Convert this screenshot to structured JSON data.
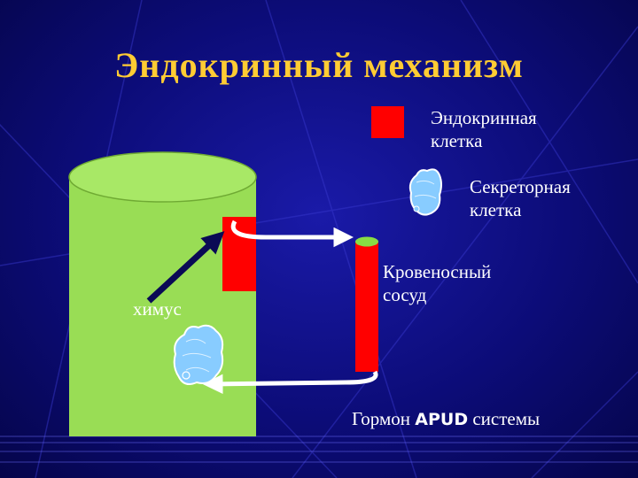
{
  "slide": {
    "title": "Эндокринный механизм",
    "legend": {
      "endocrine_cell": {
        "line1": "Эндокринная",
        "line2": "клетка"
      },
      "secretory_cell": {
        "line1": "Секреторная",
        "line2": "клетка"
      },
      "blood_vessel": {
        "line1": "Кровеносный",
        "line2": "сосуд"
      }
    },
    "chyme_label": "химус",
    "hormone_label": {
      "prefix": "Гормон",
      "bold": "APUD",
      "suffix": "системы"
    }
  },
  "colors": {
    "background": "#0c0c78",
    "title": "#ffcc33",
    "organ_fill": "#99dd55",
    "organ_top": "#a8e866",
    "cell_red": "#ff0000",
    "secretory_blue": "#88ccff",
    "arrow_navy": "#0a0a55",
    "arrow_white": "#ffffff"
  }
}
